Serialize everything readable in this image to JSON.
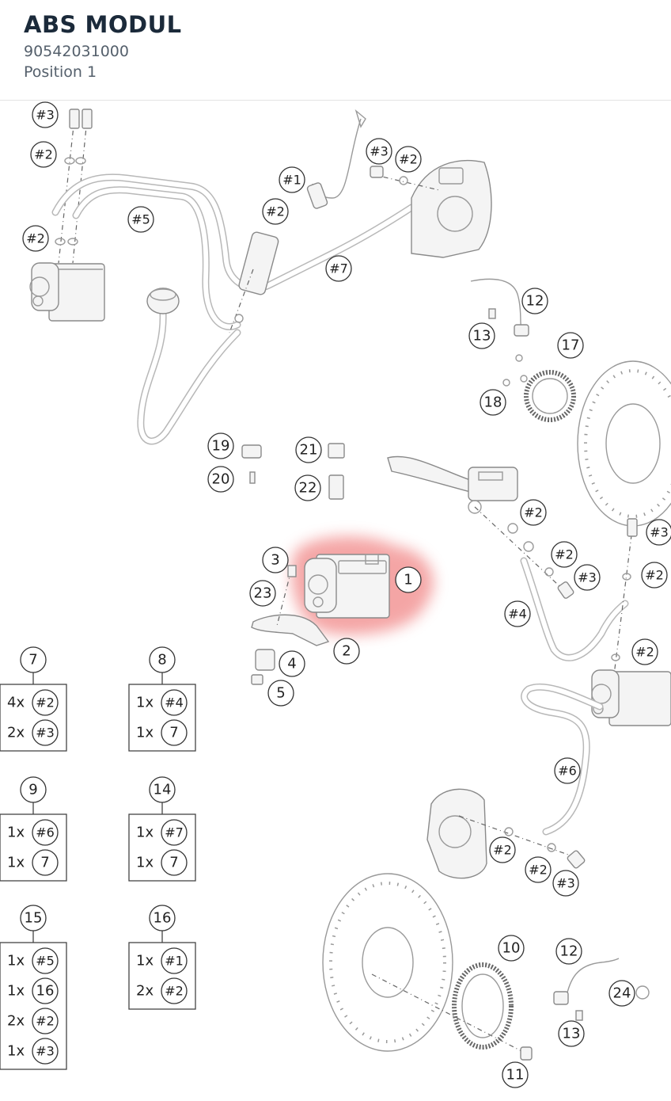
{
  "header": {
    "title": "ABS MODUL",
    "part_number": "90542031000",
    "position": "Position 1"
  },
  "colors": {
    "highlight": "#f08080",
    "line": "#333333",
    "part_stroke": "#9a9a9a"
  },
  "callouts": [
    {
      "label": "#3"
    },
    {
      "label": "#2"
    },
    {
      "label": "#2"
    },
    {
      "label": "#5"
    },
    {
      "label": "#1"
    },
    {
      "label": "#2"
    },
    {
      "label": "#3"
    },
    {
      "label": "#2"
    },
    {
      "label": "#7"
    },
    {
      "label": "12"
    },
    {
      "label": "13"
    },
    {
      "label": "17"
    },
    {
      "label": "18"
    },
    {
      "label": "19"
    },
    {
      "label": "20"
    },
    {
      "label": "21"
    },
    {
      "label": "22"
    },
    {
      "label": "#2"
    },
    {
      "label": "#3"
    },
    {
      "label": "#2"
    },
    {
      "label": "#2"
    },
    {
      "label": "#3"
    },
    {
      "label": "#4"
    },
    {
      "label": "#2"
    },
    {
      "label": "3"
    },
    {
      "label": "1"
    },
    {
      "label": "23"
    },
    {
      "label": "2"
    },
    {
      "label": "4"
    },
    {
      "label": "5"
    },
    {
      "label": "#6"
    },
    {
      "label": "#2"
    },
    {
      "label": "#2"
    },
    {
      "label": "#3"
    },
    {
      "label": "10"
    },
    {
      "label": "12"
    },
    {
      "label": "24"
    },
    {
      "label": "13"
    },
    {
      "label": "11"
    }
  ],
  "kits": [
    {
      "number": "7",
      "rows": [
        {
          "qty": "4x",
          "ref": "#2"
        },
        {
          "qty": "2x",
          "ref": "#3"
        }
      ]
    },
    {
      "number": "8",
      "rows": [
        {
          "qty": "1x",
          "ref": "#4"
        },
        {
          "qty": "1x",
          "ref": "7"
        }
      ]
    },
    {
      "number": "9",
      "rows": [
        {
          "qty": "1x",
          "ref": "#6"
        },
        {
          "qty": "1x",
          "ref": "7"
        }
      ]
    },
    {
      "number": "14",
      "rows": [
        {
          "qty": "1x",
          "ref": "#7"
        },
        {
          "qty": "1x",
          "ref": "7"
        }
      ]
    },
    {
      "number": "15",
      "rows": [
        {
          "qty": "1x",
          "ref": "#5"
        },
        {
          "qty": "1x",
          "ref": "16"
        },
        {
          "qty": "2x",
          "ref": "#2"
        },
        {
          "qty": "1x",
          "ref": "#3"
        }
      ]
    },
    {
      "number": "16",
      "rows": [
        {
          "qty": "1x",
          "ref": "#1"
        },
        {
          "qty": "2x",
          "ref": "#2"
        }
      ]
    }
  ]
}
